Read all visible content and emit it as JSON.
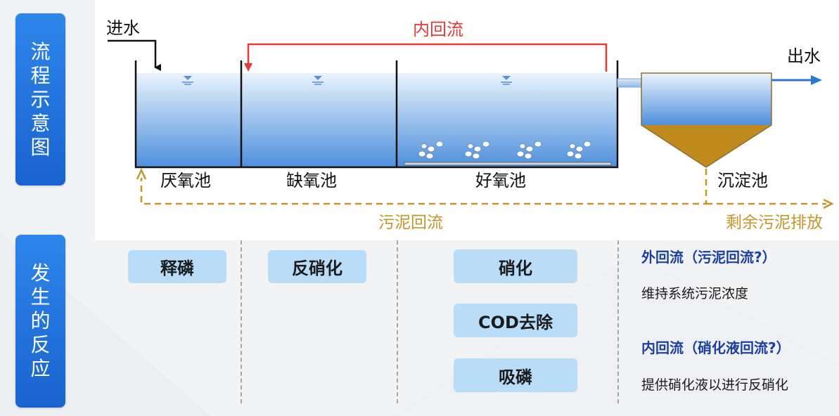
{
  "side_tabs": {
    "top": "流程示意图",
    "bottom": "发生的反应"
  },
  "diagram": {
    "inflow_label": "进水",
    "internal_recycle_label": "内回流",
    "outflow_label": "出水",
    "tanks": {
      "anaerobic": "厌氧池",
      "anoxic": "缺氧池",
      "aerobic": "好氧池",
      "clarifier": "沉淀池"
    },
    "sludge_recycle_label": "污泥回流",
    "excess_sludge_label": "剩余污泥排放",
    "colors": {
      "water_top": "#e6f1fc",
      "water_bottom": "#4e8fdc",
      "internal_recycle": "#e53935",
      "sludge": "#c08a1f",
      "sludge_line": "#c3962c",
      "outflow_arrow": "#2a78d6"
    }
  },
  "reactions": {
    "anaerobic": [
      "释磷"
    ],
    "anoxic": [
      "反硝化"
    ],
    "aerobic": [
      "硝化",
      "COD去除",
      "吸磷"
    ]
  },
  "notes": {
    "external_recycle_title": "外回流（污泥回流?）",
    "external_recycle_desc": "维持系统污泥浓度",
    "internal_recycle_title": "内回流（硝化液回流?）",
    "internal_recycle_desc": "提供硝化液以进行反硝化"
  }
}
